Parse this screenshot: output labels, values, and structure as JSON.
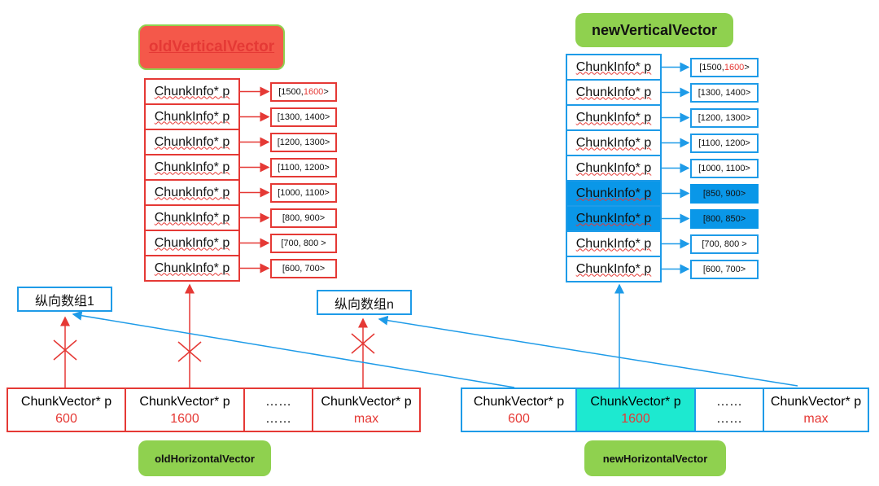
{
  "old_vertical": {
    "title": "oldVerticalVector",
    "rows": [
      {
        "pointer": "ChunkInfo* p",
        "range_start": "[1500, ",
        "range_hl": "1600",
        "range_end": ">"
      },
      {
        "pointer": "ChunkInfo* p",
        "range_start": "[1300, 1400>",
        "range_hl": "",
        "range_end": ""
      },
      {
        "pointer": "ChunkInfo* p",
        "range_start": "[1200, 1300>",
        "range_hl": "",
        "range_end": ""
      },
      {
        "pointer": "ChunkInfo* p",
        "range_start": "[1100, 1200>",
        "range_hl": "",
        "range_end": ""
      },
      {
        "pointer": "ChunkInfo* p",
        "range_start": "[1000, 1100>",
        "range_hl": "",
        "range_end": ""
      },
      {
        "pointer": "ChunkInfo* p",
        "range_start": "[800, 900>",
        "range_hl": "",
        "range_end": ""
      },
      {
        "pointer": "ChunkInfo* p",
        "range_start": "[700, 800 >",
        "range_hl": "",
        "range_end": ""
      },
      {
        "pointer": "ChunkInfo* p",
        "range_start": "[600, 700>",
        "range_hl": "",
        "range_end": ""
      }
    ]
  },
  "new_vertical": {
    "title": "newVerticalVector",
    "rows": [
      {
        "pointer": "ChunkInfo* p",
        "range_start": "[1500, ",
        "range_hl": "1600",
        "range_end": ">",
        "highlight": false
      },
      {
        "pointer": "ChunkInfo* p",
        "range_start": "[1300, 1400>",
        "range_hl": "",
        "range_end": "",
        "highlight": false
      },
      {
        "pointer": "ChunkInfo* p",
        "range_start": "[1200, 1300>",
        "range_hl": "",
        "range_end": "",
        "highlight": false
      },
      {
        "pointer": "ChunkInfo* p",
        "range_start": "[1100, 1200>",
        "range_hl": "",
        "range_end": "",
        "highlight": false
      },
      {
        "pointer": "ChunkInfo* p",
        "range_start": "[1000, 1100>",
        "range_hl": "",
        "range_end": "",
        "highlight": false
      },
      {
        "pointer": "ChunkInfo* p",
        "range_start": "[850, 900>",
        "range_hl": "",
        "range_end": "",
        "highlight": true
      },
      {
        "pointer": "ChunkInfo* p",
        "range_start": "[800, 850>",
        "range_hl": "",
        "range_end": "",
        "highlight": true
      },
      {
        "pointer": "ChunkInfo* p",
        "range_start": "[700, 800 >",
        "range_hl": "",
        "range_end": "",
        "highlight": false
      },
      {
        "pointer": "ChunkInfo* p",
        "range_start": "[600, 700>",
        "range_hl": "",
        "range_end": "",
        "highlight": false
      }
    ]
  },
  "labels": {
    "vertical_1": "纵向数组1",
    "vertical_n": "纵向数组n"
  },
  "old_horizontal": {
    "title": "oldHorizontalVector",
    "cells": [
      {
        "line1": "ChunkVector* p",
        "line2": "600"
      },
      {
        "line1": "ChunkVector* p",
        "line2": "1600"
      },
      {
        "line1": "……",
        "line2": "……"
      },
      {
        "line1": "ChunkVector* p",
        "line2": "max"
      }
    ]
  },
  "new_horizontal": {
    "title": "newHorizontalVector",
    "cells": [
      {
        "line1": "ChunkVector* p",
        "line2": "600"
      },
      {
        "line1": "ChunkVector* p",
        "line2": "1600"
      },
      {
        "line1": "……",
        "line2": "……"
      },
      {
        "line1": "ChunkVector* p",
        "line2": "max"
      }
    ]
  },
  "colors": {
    "red": "#e53935",
    "blue": "#1e9be8",
    "cyan_fill": "#1de9d0",
    "blue_fill": "#0a97e8",
    "title_red": "#f4584a",
    "title_green": "#8fd14f"
  }
}
